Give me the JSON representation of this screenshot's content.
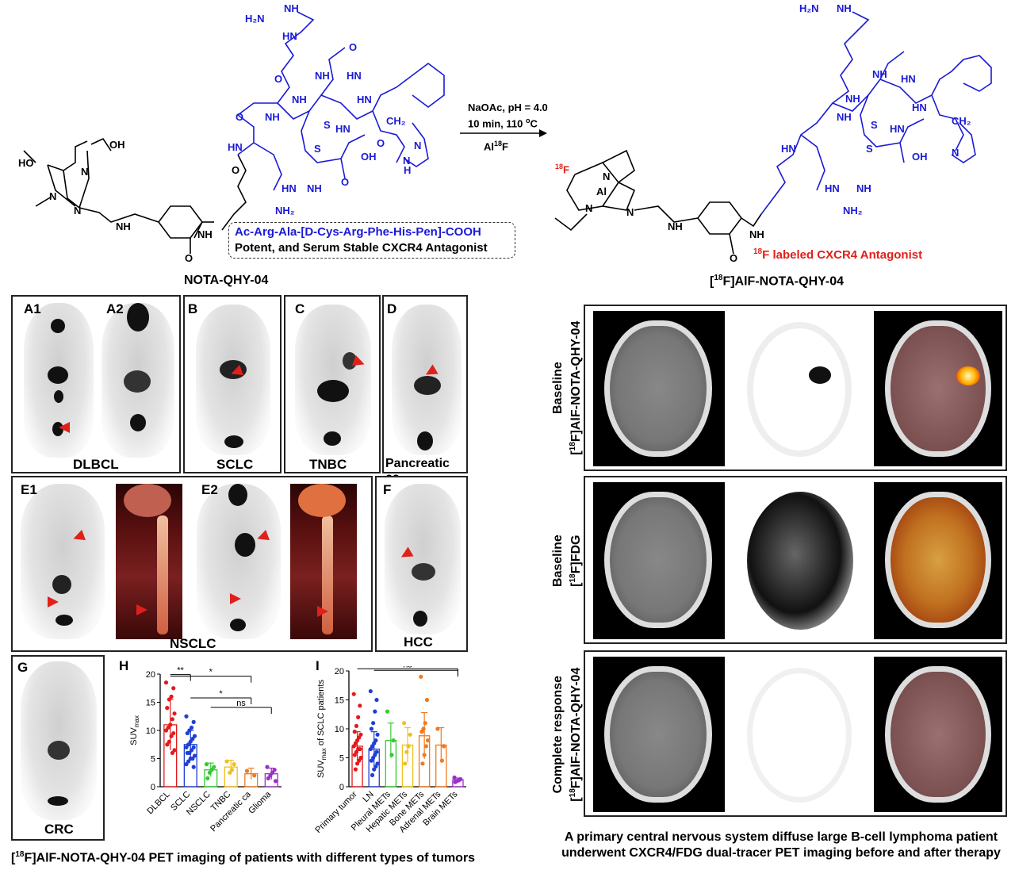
{
  "chemistry": {
    "left_compound_name": "NOTA-QHY-04",
    "right_compound_name_pre": "[",
    "right_compound_sup": "18",
    "right_compound_name_post": "F]AlF-NOTA-QHY-04",
    "peptide_sequence": "Ac-Arg-Ala-[D-Cys-Arg-Phe-His-Pen]-COOH",
    "peptide_note": "Potent, and Serum Stable CXCR4 Antagonist",
    "reaction_line1": "NaOAc, pH = 4.0",
    "reaction_line2_pre": "10 min, 110 ",
    "reaction_line2_sup": "o",
    "reaction_line2_post": "C",
    "reaction_line3_pre": "Al",
    "reaction_line3_sup": "18",
    "reaction_line3_post": "F",
    "labeled_note_sup": "18",
    "labeled_note_text": "F labeled CXCR4 Antagonist",
    "atoms": {
      "nh": "NH",
      "h2n": "H₂N",
      "o": "O",
      "hn": "HN",
      "n": "N",
      "h": "H",
      "oh": "OH",
      "ho": "HO",
      "s": "S",
      "ch2": "CH₂",
      "f18_sup": "18",
      "f": "F",
      "al": "Al",
      "nh2": "NH₂"
    }
  },
  "pet_panels": {
    "labels": {
      "A1": "A1",
      "A2": "A2",
      "B": "B",
      "C": "C",
      "D": "D",
      "E1": "E1",
      "E2": "E2",
      "F": "F",
      "G": "G",
      "H": "H",
      "I": "I"
    },
    "tumor_labels": {
      "dlbcl": "DLBCL",
      "sclc": "SCLC",
      "tnbc": "TNBC",
      "pancreatic": "Pancreatic ca",
      "nsclc": "NSCLC",
      "hcc": "HCC",
      "crc": "CRC"
    },
    "caption_pre": "[",
    "caption_sup": "18",
    "caption_post": "F]AlF-NOTA-QHY-04 PET imaging of patients with different types of tumors"
  },
  "brain_panels": {
    "row1_label_line1": "Baseline",
    "row1_label_line2_pre": "[",
    "row1_label_line2_sup": "18",
    "row1_label_line2_post": "F]AlF-NOTA-QHY-04",
    "row2_label_line1": "Baseline",
    "row2_label_line2_pre": "[",
    "row2_label_line2_sup": "18",
    "row2_label_line2_post": "F]FDG",
    "row3_label_line1": "Complete response",
    "row3_label_line2_pre": "[",
    "row3_label_line2_sup": "18",
    "row3_label_line2_post": "F]AlF-NOTA-QHY-04",
    "caption_line1": "A primary central nervous system diffuse large B-cell lymphoma patient",
    "caption_line2": "underwent CXCR4/FDG dual-tracer PET imaging before and after therapy"
  },
  "chart_data": [
    {
      "type": "scatter",
      "panel": "H",
      "ylabel_main": "SUV",
      "ylabel_sub": "max",
      "ylim": [
        0,
        20
      ],
      "yticks": [
        0,
        5,
        10,
        15,
        20
      ],
      "categories": [
        "DLBCL",
        "SCLC",
        "NSCLC",
        "TNBC",
        "Pancreatic ca",
        "Glioma"
      ],
      "colors": [
        "#e31a1c",
        "#1f3fd6",
        "#33cc33",
        "#f0c020",
        "#f07a20",
        "#9b30c8"
      ],
      "means": [
        11.0,
        7.5,
        3.0,
        3.5,
        2.3,
        2.3
      ],
      "sd": [
        4.5,
        2.5,
        1.2,
        1.2,
        1.0,
        1.0
      ],
      "points": [
        [
          18.5,
          17.5,
          16.0,
          15.5,
          14.0,
          13.0,
          12.0,
          11.0,
          10.5,
          10.0,
          9.5,
          9.0,
          8.0,
          7.5,
          6.5,
          6.0
        ],
        [
          12.5,
          11.5,
          10.5,
          10.0,
          9.5,
          9.0,
          8.5,
          8.0,
          7.5,
          7.0,
          7.0,
          6.5,
          6.0,
          6.0,
          5.5,
          5.0,
          5.0,
          4.5,
          4.0,
          3.5
        ],
        [
          4.0,
          3.5,
          3.0,
          2.5,
          1.5
        ],
        [
          4.5,
          4.0,
          3.0,
          2.5
        ],
        [
          2.8,
          2.0
        ],
        [
          3.5,
          3.0,
          2.5,
          2.0,
          1.5,
          1.0
        ]
      ],
      "significance": [
        {
          "from": 0,
          "to": 4,
          "label": "*"
        },
        {
          "from": 0,
          "to": 1,
          "label": "**"
        },
        {
          "from": 1,
          "to": 4,
          "label": "*"
        },
        {
          "from": 2,
          "to": 5,
          "label": "ns"
        }
      ]
    },
    {
      "type": "scatter",
      "panel": "I",
      "ylabel_main": "SUV",
      "ylabel_sub": "max",
      "ylabel_post": " of SCLC patients",
      "ylim": [
        0,
        20
      ],
      "yticks": [
        0,
        5,
        10,
        15,
        20
      ],
      "categories": [
        "Primary tumor",
        "LN",
        "Pleural METs",
        "Hepatic METs",
        "Bone METs",
        "Adrenal METs",
        "Brain METs"
      ],
      "colors": [
        "#e31a1c",
        "#1f3fd6",
        "#33cc33",
        "#f0c020",
        "#f07a20",
        "#f07a20",
        "#9b30c8"
      ],
      "means": [
        7.0,
        6.5,
        8.0,
        7.2,
        8.8,
        7.2,
        1.2
      ],
      "sd": [
        2.5,
        3.0,
        3.0,
        3.0,
        4.0,
        3.0,
        0.3
      ],
      "points": [
        [
          16.0,
          14.0,
          12.0,
          10.5,
          9.5,
          9.0,
          8.5,
          8.0,
          7.5,
          7.0,
          6.5,
          6.5,
          6.0,
          5.5,
          5.0,
          4.5,
          4.0,
          3.0
        ],
        [
          16.5,
          15.0,
          13.0,
          11.0,
          10.0,
          9.0,
          8.0,
          7.5,
          7.0,
          6.5,
          6.0,
          5.5,
          5.0,
          4.5,
          4.0,
          3.5,
          3.0,
          2.0
        ],
        [
          13.0,
          8.0,
          5.5
        ],
        [
          11.0,
          9.0,
          7.0,
          6.0,
          4.0
        ],
        [
          19.0,
          15.0,
          11.0,
          10.0,
          9.5,
          8.0,
          7.0,
          5.5,
          4.0
        ],
        [
          10.0,
          7.0,
          4.5
        ],
        [
          1.6,
          1.3,
          1.1,
          1.0,
          0.8
        ]
      ],
      "significance": [
        {
          "from": 1,
          "to": 6,
          "label": "*"
        },
        {
          "from": 0,
          "to": 6,
          "label": "ns"
        }
      ]
    }
  ]
}
